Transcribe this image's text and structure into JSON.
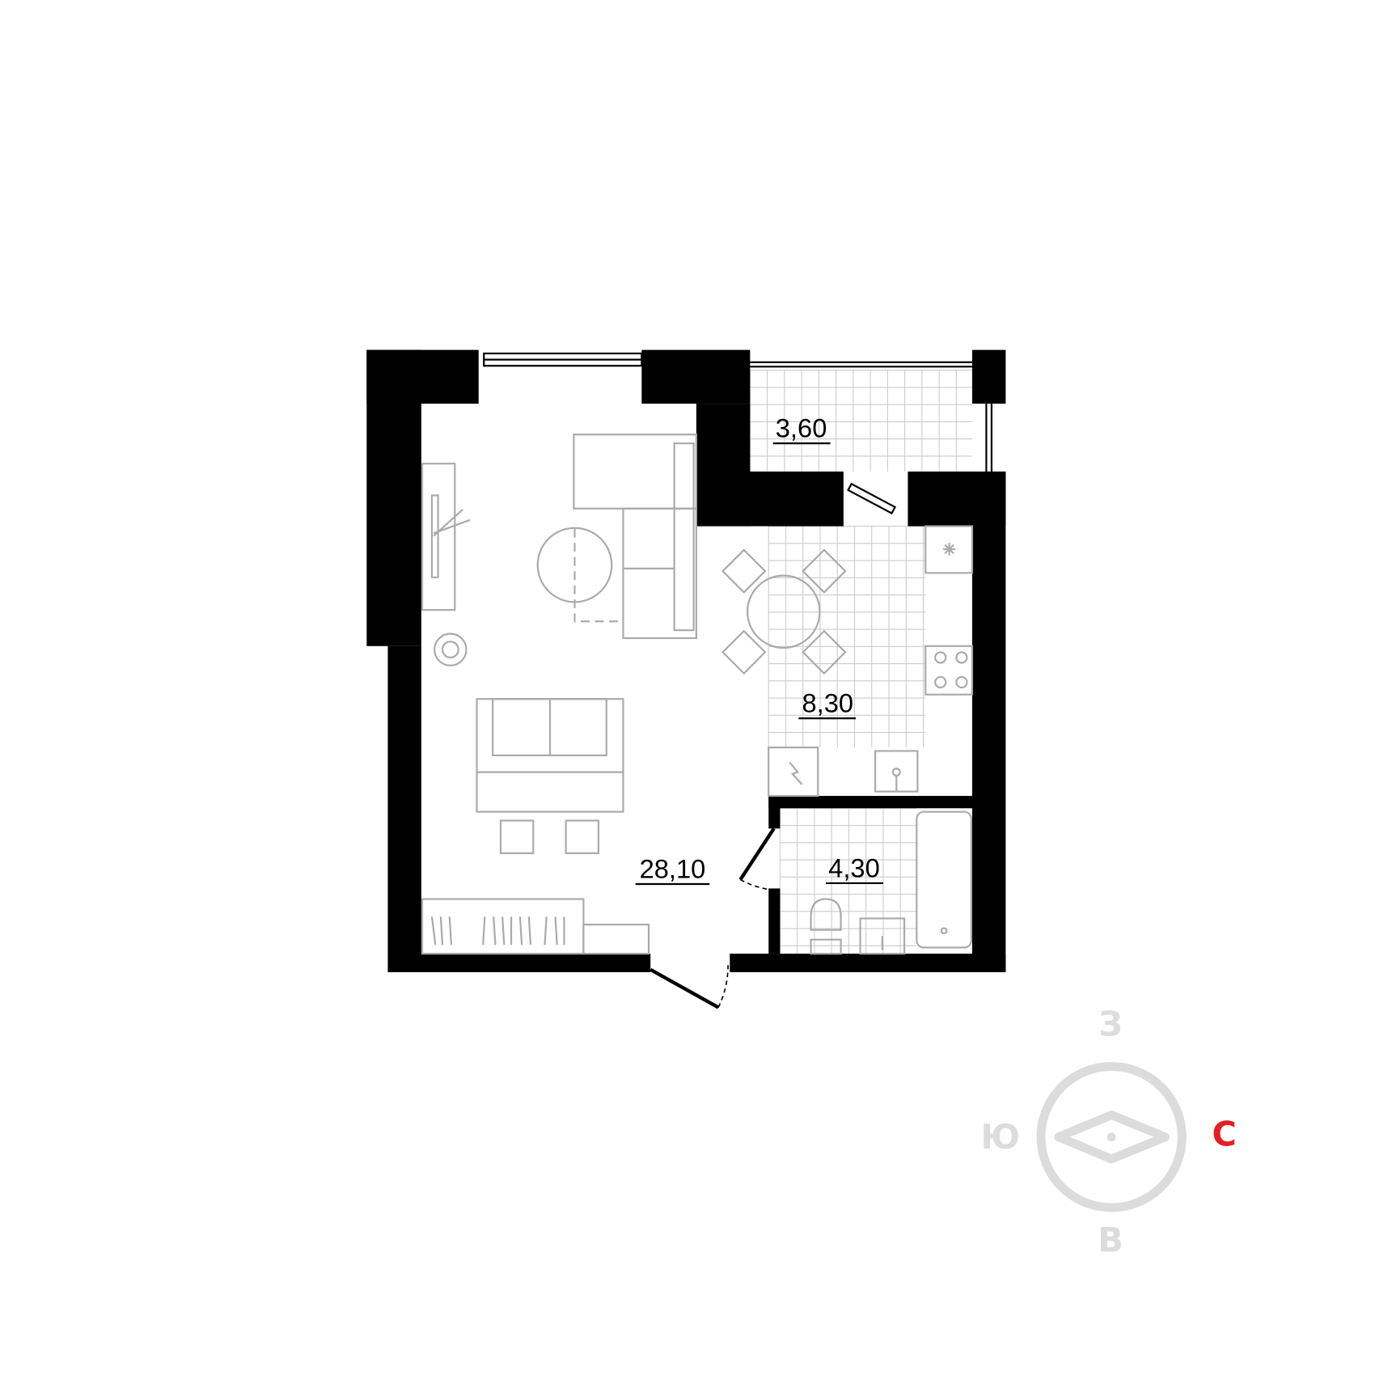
{
  "plan": {
    "rooms": [
      {
        "name": "balcony",
        "area": "3,60"
      },
      {
        "name": "kitchen",
        "area": "8,30"
      },
      {
        "name": "living-room",
        "area": "28,10"
      },
      {
        "name": "bathroom",
        "area": "4,30"
      }
    ]
  },
  "compass": {
    "north": "С",
    "south": "Ю",
    "west": "З",
    "east": "В",
    "north_color": "#e31e24",
    "other_color": "#dcdcdc"
  }
}
